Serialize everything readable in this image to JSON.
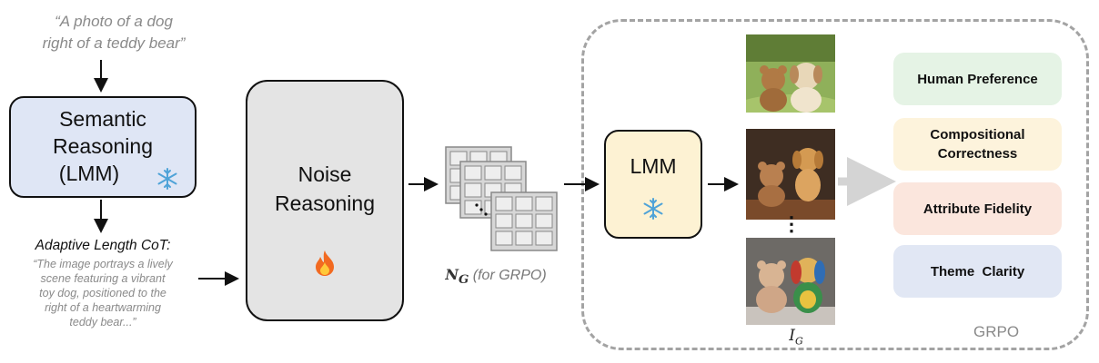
{
  "prompt": {
    "line1": "“A photo of a dog",
    "line2": "right of a teddy bear”"
  },
  "semantic_reasoning": {
    "line1": "Semantic",
    "line2": "Reasoning",
    "line3": "(LMM)"
  },
  "cot": {
    "title": "Adaptive Length CoT:",
    "lines": [
      "“The image portrays a lively",
      "scene featuring a vibrant",
      "toy dog, positioned to the",
      "right of a heartwarming",
      "teddy bear...”"
    ]
  },
  "noise_reasoning": {
    "line1": "Noise",
    "line2": "Reasoning"
  },
  "noise_group": {
    "symbol": "N",
    "subscript": "G",
    "note": "(for GRPO)"
  },
  "lmm": {
    "label": "LMM"
  },
  "images": {
    "symbol": "I",
    "subscript": "G",
    "ellipsis": "⋮"
  },
  "rewards": [
    {
      "label": "Human Preference",
      "color": "#e5f3e5"
    },
    {
      "label": "Compositional Correctness",
      "color": "#fdf3dc"
    },
    {
      "label": "Attribute Fidelity",
      "color": "#fbe6dd"
    },
    {
      "label": "Theme  Clarity",
      "color": "#e1e7f4"
    }
  ],
  "grpo": {
    "label": "GRPO"
  },
  "icons": {
    "frozen": "snowflake-icon",
    "trainable": "fire-icon"
  }
}
